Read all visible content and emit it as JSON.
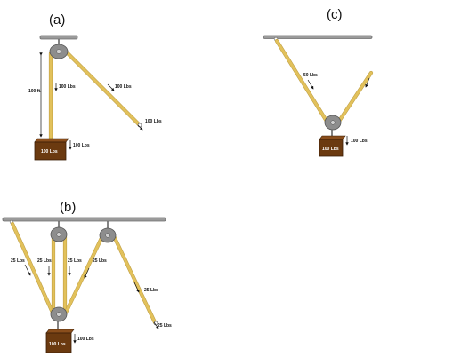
{
  "panels": {
    "a": {
      "label": "(a)",
      "height_label": "100 ft.",
      "force_left": "100 Lbs",
      "force_diag": "100 Lbs",
      "force_end": "100 Lbs",
      "force_box": "100 Lbs",
      "box_label": "100 Lbs"
    },
    "b": {
      "label": "(b)",
      "force_1": "25 Lbs",
      "force_2": "25 Lbs",
      "force_3": "25 Lbs",
      "force_4": "25 Lbs",
      "force_5": "25 Lbs",
      "force_end": "25 Lbs",
      "force_box": "100 Lbs",
      "box_label": "100 Lbs"
    },
    "c": {
      "label": "(c)",
      "force_rope": "50 Lbs",
      "force_box": "100 Lbs",
      "box_label": "100 Lbs"
    }
  },
  "colors": {
    "rope": "#e2c15b",
    "box": "#6b3a10",
    "beam": "#9a9a9a",
    "pulley": "#8d8d8d"
  }
}
